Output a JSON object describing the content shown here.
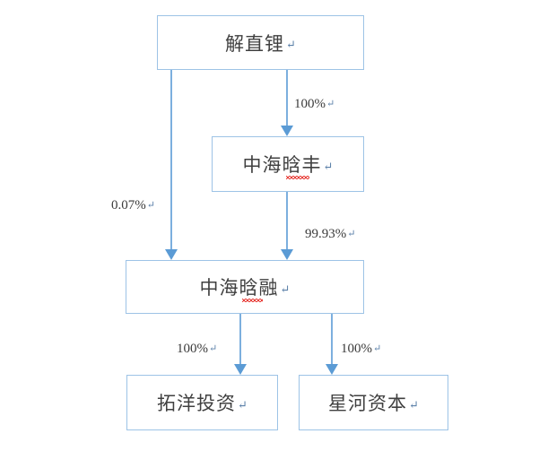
{
  "diagram": {
    "title": "解直锂 equity control structure",
    "background_color": "#ffffff",
    "box_border_color": "#9DC3E6",
    "connector_color": "#5B9BD5",
    "text_color": "#404040",
    "spellcheck_underline_color": "#E8403A",
    "pilcrow": "↵"
  },
  "nodes": {
    "person": {
      "label": "解直锂"
    },
    "holding": {
      "label": "中海晗丰"
    },
    "core": {
      "label": "中海晗融"
    },
    "sub_left": {
      "label": "拓洋投资"
    },
    "sub_right": {
      "label": "星河资本"
    }
  },
  "edges": {
    "person_to_holding": {
      "label": "100%"
    },
    "person_to_core": {
      "label": "0.07%"
    },
    "holding_to_core": {
      "label": "99.93%"
    },
    "core_to_sub_left": {
      "label": "100%"
    },
    "core_to_sub_right": {
      "label": "100%"
    }
  }
}
